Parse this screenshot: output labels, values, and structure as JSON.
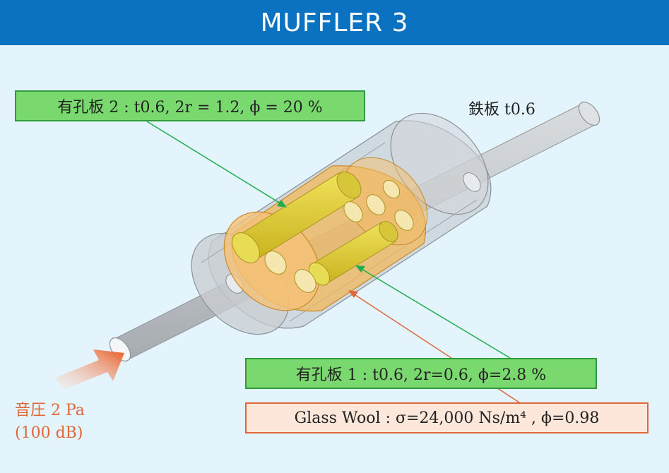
{
  "title": "MUFFLER 3",
  "labels": {
    "perforated_plate_2": "有孔板 2 : t0.6, 2r = 1.2, ϕ = 20 %",
    "steel_plate": "鉄板 t0.6",
    "perforated_plate_1": "有孔板 1 : t0.6, 2r=0.6, ϕ=2.8 %",
    "glass_wool": "Glass Wool : σ=24,000 Ns/m⁴ , ϕ=0.98",
    "sound_pressure": "音圧 2 Pa",
    "sound_level": "(100 dB)"
  },
  "colors": {
    "title_bar": "#0a72c0",
    "background": "#e3f4fc",
    "label_green": "#79d96e",
    "label_green_border": "#2f9b3b",
    "label_salmon": "#fde7da",
    "accent_orange": "#e0673a",
    "pointer_green": "#1fae4e",
    "pointer_red": "#e0673a",
    "steel_grey": "#c4c8cc",
    "glass_wool_orange": "#f0b45a",
    "perforated_yellow": "#e6d23a"
  }
}
